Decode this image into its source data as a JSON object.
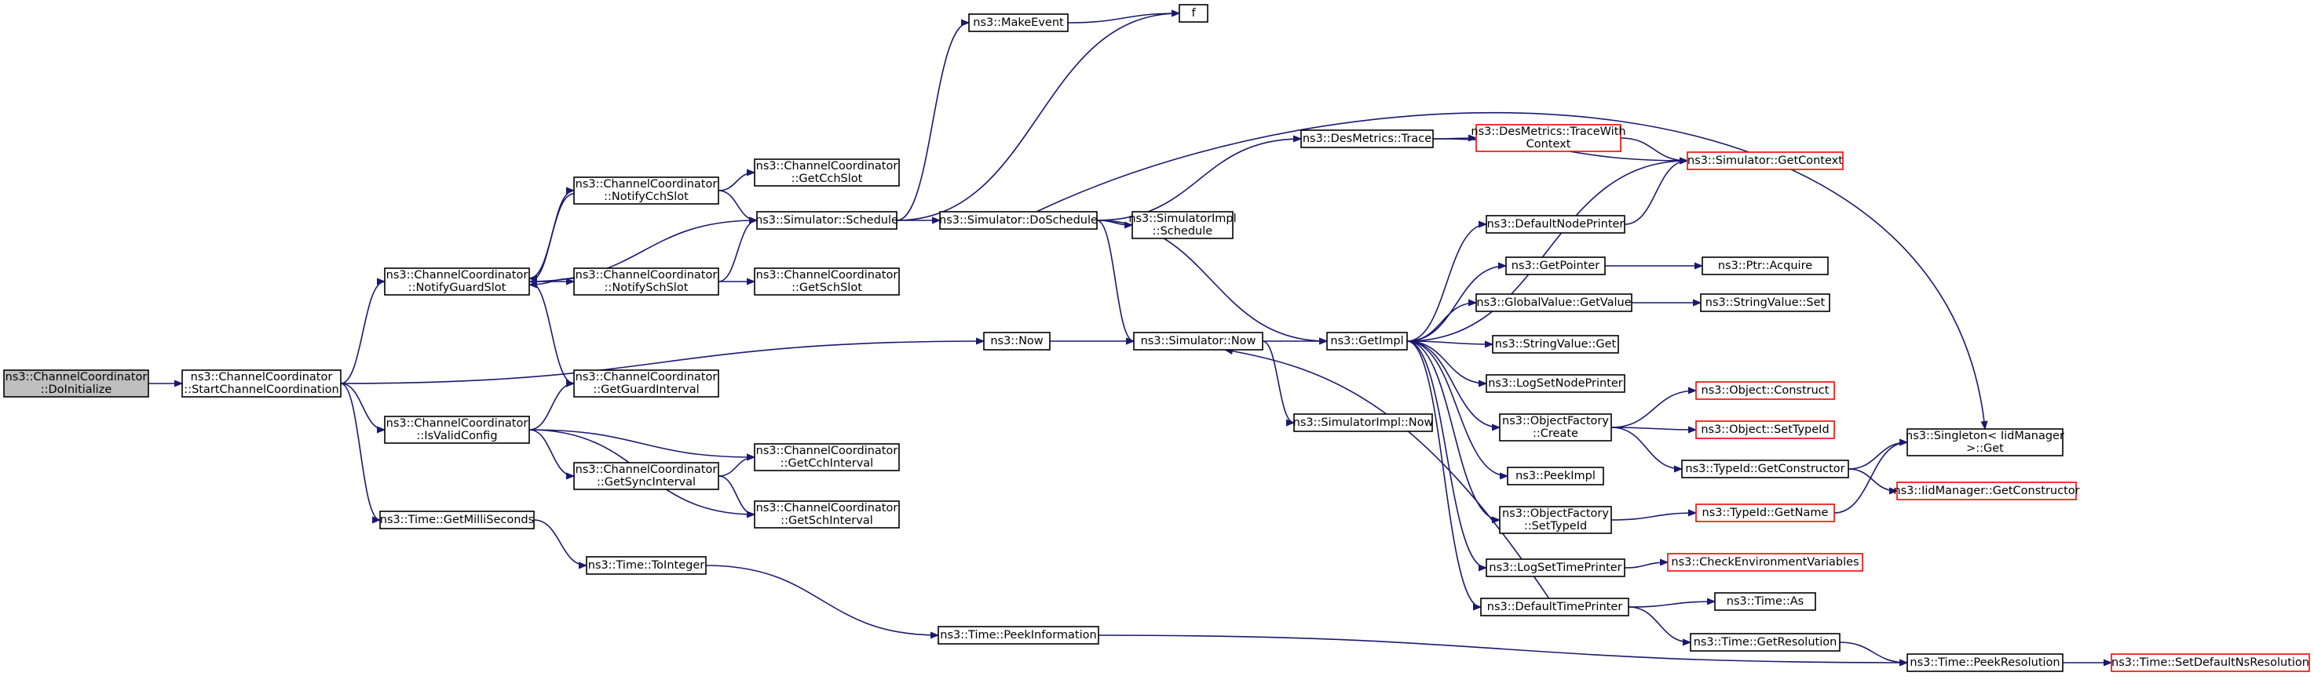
{
  "nodes": [
    {
      "id": "doinit",
      "lines": [
        "ns3::ChannelCoordinator",
        "::DoInitialize"
      ],
      "style": "root"
    },
    {
      "id": "startcc",
      "lines": [
        "ns3::ChannelCoordinator",
        "::StartChannelCoordination"
      ],
      "style": "normal"
    },
    {
      "id": "notifyguard",
      "lines": [
        "ns3::ChannelCoordinator",
        "::NotifyGuardSlot"
      ],
      "style": "normal"
    },
    {
      "id": "isvalid",
      "lines": [
        "ns3::ChannelCoordinator",
        "::IsValidConfig"
      ],
      "style": "normal"
    },
    {
      "id": "getmilli",
      "lines": [
        "ns3::Time::GetMilliSeconds"
      ],
      "style": "normal"
    },
    {
      "id": "notifycch",
      "lines": [
        "ns3::ChannelCoordinator",
        "::NotifyCchSlot"
      ],
      "style": "normal"
    },
    {
      "id": "notifysch",
      "lines": [
        "ns3::ChannelCoordinator",
        "::NotifySchSlot"
      ],
      "style": "normal"
    },
    {
      "id": "getguard",
      "lines": [
        "ns3::ChannelCoordinator",
        "::GetGuardInterval"
      ],
      "style": "normal"
    },
    {
      "id": "getsync",
      "lines": [
        "ns3::ChannelCoordinator",
        "::GetSyncInterval"
      ],
      "style": "normal"
    },
    {
      "id": "tointeger",
      "lines": [
        "ns3::Time::ToInteger"
      ],
      "style": "normal"
    },
    {
      "id": "getcchslot",
      "lines": [
        "ns3::ChannelCoordinator",
        "::GetCchSlot"
      ],
      "style": "normal"
    },
    {
      "id": "schedule",
      "lines": [
        "ns3::Simulator::Schedule"
      ],
      "style": "normal"
    },
    {
      "id": "getschslot",
      "lines": [
        "ns3::ChannelCoordinator",
        "::GetSchSlot"
      ],
      "style": "normal"
    },
    {
      "id": "getcchint",
      "lines": [
        "ns3::ChannelCoordinator",
        "::GetCchInterval"
      ],
      "style": "normal"
    },
    {
      "id": "getschint",
      "lines": [
        "ns3::ChannelCoordinator",
        "::GetSchInterval"
      ],
      "style": "normal"
    },
    {
      "id": "makeevent",
      "lines": [
        "ns3::MakeEvent"
      ],
      "style": "normal"
    },
    {
      "id": "f",
      "lines": [
        "f"
      ],
      "style": "normal"
    },
    {
      "id": "doschedule",
      "lines": [
        "ns3::Simulator::DoSchedule"
      ],
      "style": "normal"
    },
    {
      "id": "now",
      "lines": [
        "ns3::Now"
      ],
      "style": "normal"
    },
    {
      "id": "peekinfo",
      "lines": [
        "ns3::Time::PeekInformation"
      ],
      "style": "normal"
    },
    {
      "id": "desmtrace",
      "lines": [
        "ns3::DesMetrics::Trace"
      ],
      "style": "normal"
    },
    {
      "id": "simimplsched",
      "lines": [
        "ns3::SimulatorImpl",
        "::Schedule"
      ],
      "style": "normal"
    },
    {
      "id": "simnow",
      "lines": [
        "ns3::Simulator::Now"
      ],
      "style": "normal"
    },
    {
      "id": "simimplnow",
      "lines": [
        "ns3::SimulatorImpl::Now"
      ],
      "style": "normal"
    },
    {
      "id": "getimpl",
      "lines": [
        "ns3::GetImpl"
      ],
      "style": "normal"
    },
    {
      "id": "tracewith",
      "lines": [
        "ns3::DesMetrics::TraceWith",
        "Context"
      ],
      "style": "red"
    },
    {
      "id": "defnodeprinter",
      "lines": [
        "ns3::DefaultNodePrinter"
      ],
      "style": "normal"
    },
    {
      "id": "getpointer",
      "lines": [
        "ns3::GetPointer"
      ],
      "style": "normal"
    },
    {
      "id": "gvgetvalue",
      "lines": [
        "ns3::GlobalValue::GetValue"
      ],
      "style": "normal"
    },
    {
      "id": "strvalget",
      "lines": [
        "ns3::StringValue::Get"
      ],
      "style": "normal"
    },
    {
      "id": "logsetnode",
      "lines": [
        "ns3::LogSetNodePrinter"
      ],
      "style": "normal"
    },
    {
      "id": "objfactcreate",
      "lines": [
        "ns3::ObjectFactory",
        "::Create"
      ],
      "style": "normal"
    },
    {
      "id": "peekimpl",
      "lines": [
        "ns3::PeekImpl"
      ],
      "style": "normal"
    },
    {
      "id": "objfactsettype",
      "lines": [
        "ns3::ObjectFactory",
        "::SetTypeId"
      ],
      "style": "normal"
    },
    {
      "id": "logsettime",
      "lines": [
        "ns3::LogSetTimePrinter"
      ],
      "style": "normal"
    },
    {
      "id": "deftimeprinter",
      "lines": [
        "ns3::DefaultTimePrinter"
      ],
      "style": "normal"
    },
    {
      "id": "getcontext",
      "lines": [
        "ns3::Simulator::GetContext"
      ],
      "style": "red"
    },
    {
      "id": "ptracquire",
      "lines": [
        "ns3::Ptr::Acquire"
      ],
      "style": "normal"
    },
    {
      "id": "strvalset",
      "lines": [
        "ns3::StringValue::Set"
      ],
      "style": "normal"
    },
    {
      "id": "objconstruct",
      "lines": [
        "ns3::Object::Construct"
      ],
      "style": "red"
    },
    {
      "id": "objsettypeid",
      "lines": [
        "ns3::Object::SetTypeId"
      ],
      "style": "red"
    },
    {
      "id": "typeidgetctor",
      "lines": [
        "ns3::TypeId::GetConstructor"
      ],
      "style": "normal"
    },
    {
      "id": "typeidgetname",
      "lines": [
        "ns3::TypeId::GetName"
      ],
      "style": "red"
    },
    {
      "id": "checkenv",
      "lines": [
        "ns3::CheckEnvironmentVariables"
      ],
      "style": "red"
    },
    {
      "id": "timeas",
      "lines": [
        "ns3::Time::As"
      ],
      "style": "normal"
    },
    {
      "id": "timegetres",
      "lines": [
        "ns3::Time::GetResolution"
      ],
      "style": "normal"
    },
    {
      "id": "singleton",
      "lines": [
        "ns3::Singleton< IidManager",
        ">::Get"
      ],
      "style": "normal"
    },
    {
      "id": "iidgetctor",
      "lines": [
        "ns3::IidManager::GetConstructor"
      ],
      "style": "red"
    },
    {
      "id": "peekres",
      "lines": [
        "ns3::Time::PeekResolution"
      ],
      "style": "normal"
    },
    {
      "id": "setdefres",
      "lines": [
        "ns3::Time::SetDefaultNsResolution"
      ],
      "style": "red"
    }
  ],
  "edges": [
    [
      "doinit",
      "startcc"
    ],
    [
      "startcc",
      "notifyguard"
    ],
    [
      "startcc",
      "isvalid"
    ],
    [
      "startcc",
      "getmilli"
    ],
    [
      "startcc",
      "now"
    ],
    [
      "notifyguard",
      "notifycch"
    ],
    [
      "notifyguard",
      "notifysch"
    ],
    [
      "notifyguard",
      "getguard"
    ],
    [
      "notifyguard",
      "schedule"
    ],
    [
      "notifycch",
      "notifyguard"
    ],
    [
      "notifycch",
      "getcchslot"
    ],
    [
      "notifycch",
      "schedule"
    ],
    [
      "notifysch",
      "notifyguard"
    ],
    [
      "notifysch",
      "getschslot"
    ],
    [
      "notifysch",
      "schedule"
    ],
    [
      "isvalid",
      "getguard"
    ],
    [
      "isvalid",
      "getsync"
    ],
    [
      "isvalid",
      "getcchint"
    ],
    [
      "isvalid",
      "getschint"
    ],
    [
      "getsync",
      "getcchint"
    ],
    [
      "getsync",
      "getschint"
    ],
    [
      "getmilli",
      "tointeger"
    ],
    [
      "tointeger",
      "peekinfo"
    ],
    [
      "schedule",
      "makeevent"
    ],
    [
      "schedule",
      "f"
    ],
    [
      "schedule",
      "doschedule"
    ],
    [
      "makeevent",
      "f"
    ],
    [
      "doschedule",
      "desmtrace"
    ],
    [
      "doschedule",
      "simimplsched"
    ],
    [
      "doschedule",
      "simnow"
    ],
    [
      "doschedule",
      "getimpl"
    ],
    [
      "doschedule",
      "singleton"
    ],
    [
      "now",
      "simnow"
    ],
    [
      "simnow",
      "getimpl"
    ],
    [
      "simnow",
      "simimplnow"
    ],
    [
      "peekinfo",
      "peekres"
    ],
    [
      "desmtrace",
      "tracewith"
    ],
    [
      "desmtrace",
      "getcontext"
    ],
    [
      "tracewith",
      "getcontext"
    ],
    [
      "getimpl",
      "getcontext"
    ],
    [
      "getimpl",
      "defnodeprinter"
    ],
    [
      "getimpl",
      "getpointer"
    ],
    [
      "getimpl",
      "gvgetvalue"
    ],
    [
      "getimpl",
      "strvalget"
    ],
    [
      "getimpl",
      "logsetnode"
    ],
    [
      "getimpl",
      "objfactcreate"
    ],
    [
      "getimpl",
      "peekimpl"
    ],
    [
      "getimpl",
      "objfactsettype"
    ],
    [
      "getimpl",
      "logsettime"
    ],
    [
      "getimpl",
      "deftimeprinter"
    ],
    [
      "defnodeprinter",
      "getcontext"
    ],
    [
      "getpointer",
      "ptracquire"
    ],
    [
      "gvgetvalue",
      "strvalset"
    ],
    [
      "objfactcreate",
      "objconstruct"
    ],
    [
      "objfactcreate",
      "objsettypeid"
    ],
    [
      "objfactcreate",
      "typeidgetctor"
    ],
    [
      "objfactsettype",
      "typeidgetname"
    ],
    [
      "typeidgetctor",
      "singleton"
    ],
    [
      "typeidgetctor",
      "iidgetctor"
    ],
    [
      "typeidgetname",
      "singleton"
    ],
    [
      "logsettime",
      "checkenv"
    ],
    [
      "deftimeprinter",
      "simnow"
    ],
    [
      "deftimeprinter",
      "timeas"
    ],
    [
      "deftimeprinter",
      "timegetres"
    ],
    [
      "timegetres",
      "peekres"
    ],
    [
      "peekres",
      "setdefres"
    ]
  ]
}
